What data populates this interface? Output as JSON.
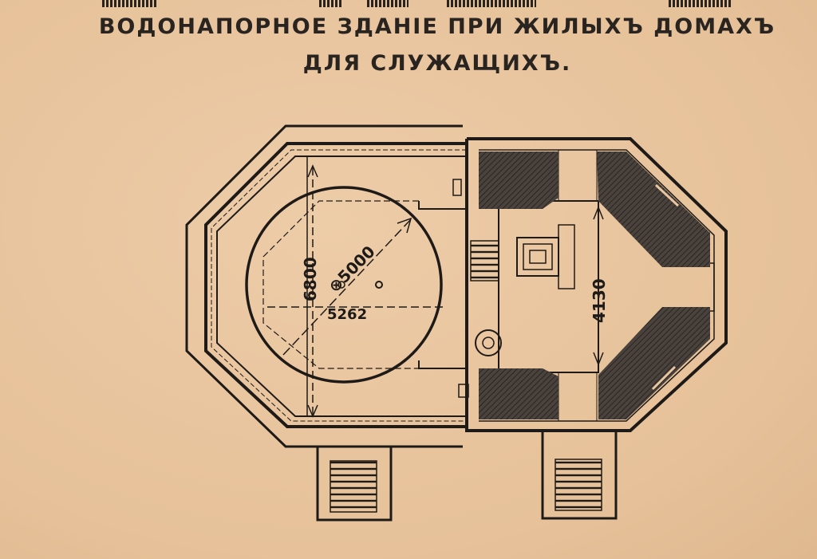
{
  "title": {
    "line1": "ВОДОНАПОРНОЕ ЗДАНIЕ ПРИ ЖИЛЫХЪ ДОМАХЪ",
    "line2": "ДЛЯ СЛУЖАЩИХЪ."
  },
  "plan": {
    "dimension_height_tank": "6800",
    "dimension_diameter": "⊗5000",
    "dimension_width_tank": "5262",
    "dimension_height_room": "4130"
  },
  "colors": {
    "paper": "#e9c6a0",
    "ink": "#1e1a17",
    "hatch": "#3a3330"
  }
}
